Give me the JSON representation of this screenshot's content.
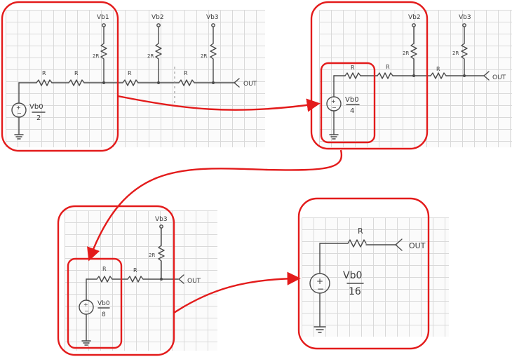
{
  "diagram": {
    "description": "R-2R ladder DAC Thevenin reduction, step by step",
    "accent_color": "#e31b1b",
    "ink_color": "#4a4a4a",
    "panels": [
      {
        "id": "stage1",
        "nodes": [
          "Vb1",
          "Vb2",
          "Vb3"
        ],
        "resistor_labels": [
          "R",
          "R",
          "R",
          "R",
          "2R",
          "2R",
          "2R"
        ],
        "source_numerator": "Vb0",
        "source_denominator": "2",
        "output_label": "OUT"
      },
      {
        "id": "stage2",
        "nodes": [
          "Vb2",
          "Vb3"
        ],
        "resistor_labels": [
          "R",
          "R",
          "R",
          "2R",
          "2R"
        ],
        "source_numerator": "Vb0",
        "source_denominator": "4",
        "output_label": "OUT"
      },
      {
        "id": "stage3",
        "nodes": [
          "Vb3"
        ],
        "resistor_labels": [
          "R",
          "R",
          "2R"
        ],
        "source_numerator": "Vb0",
        "source_denominator": "8",
        "output_label": "OUT"
      },
      {
        "id": "stage4",
        "nodes": [],
        "resistor_labels": [
          "R"
        ],
        "source_numerator": "Vb0",
        "source_denominator": "16",
        "output_label": "OUT"
      }
    ],
    "labels": {
      "vb1": "Vb1",
      "vb2": "Vb2",
      "vb3": "Vb3",
      "r": "R",
      "two_r": "2R",
      "out": "OUT",
      "vb0": "Vb0",
      "plus": "+",
      "minus": "−",
      "d2": "2",
      "d4": "4",
      "d8": "8",
      "d16": "16"
    }
  }
}
